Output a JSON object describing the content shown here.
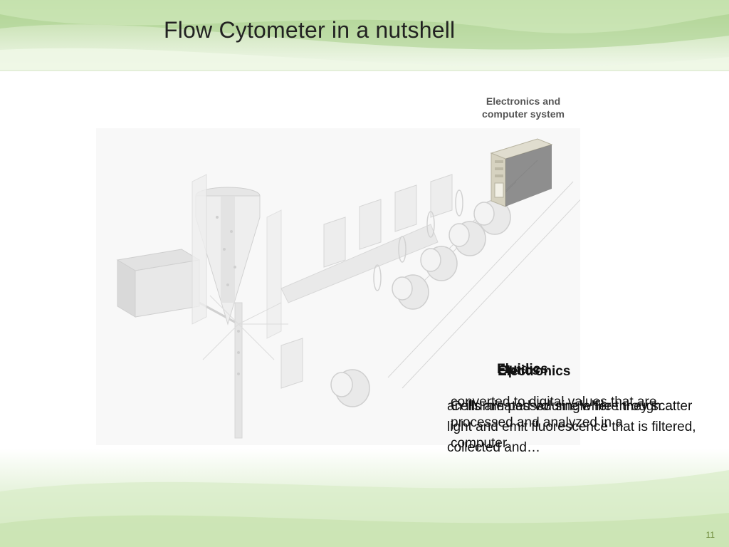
{
  "slide": {
    "title": "Flow Cytometer in a nutshell",
    "page_number": "11"
  },
  "diagram": {
    "caption_line1": "Electronics and",
    "caption_line2": "computer system",
    "icons": [
      "laser-box-icon",
      "flow-cell-icon",
      "detector-icon",
      "computer-icon",
      "filter-icon"
    ]
  },
  "overlays": [
    {
      "heading": "Fluidics",
      "body": "an illuminated volume where they scatter light and emit fluorescence that is filtered, collected and…"
    },
    {
      "heading": "Optics",
      "body": "Cells are passed single file through…"
    },
    {
      "heading": "Electronics",
      "body": "converted to digital values that are processed and analyzed in a computer."
    }
  ],
  "colors": {
    "bg_green": "#c9e3b0",
    "page_number": "#6d8a3a"
  }
}
